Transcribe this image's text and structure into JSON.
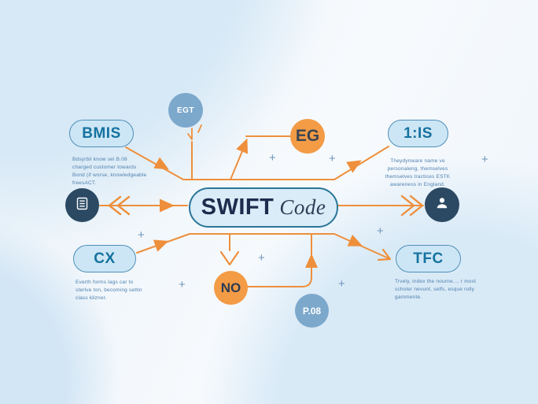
{
  "diagram": {
    "center": {
      "title_main": "SWIFT",
      "title_suffix": "Code"
    },
    "nodes": {
      "bmis": {
        "label": "BMIS",
        "desc": "Bdsyrbil know sel B.08 charged customer towards Bond (if worse, knowledgeable freesACT."
      },
      "egt": {
        "label": "EGT"
      },
      "eg": {
        "label": "EG"
      },
      "lis": {
        "label": "1:IS",
        "desc": "Theydynware name ve personaleng, themselves themselves tractices ESTK awareness in England."
      },
      "cx": {
        "label": "CX",
        "desc": "Everth forms lags car to sterlve ton, becoming settin class klizner."
      },
      "no": {
        "label": "NO"
      },
      "p08": {
        "label": "P.08"
      },
      "tfc": {
        "label": "TFC",
        "desc": "Trvely, index the nourne..., r most scholer nevunt, selfs, esque rolly gammente."
      }
    },
    "icons": {
      "left": "document-icon",
      "right": "user-icon"
    },
    "decor": {
      "plus": "+"
    },
    "colors": {
      "accent_orange": "#ee8f3c",
      "pill_blue": "#cde6f5",
      "pill_border": "#4e8fb8",
      "dark_navy": "#2b4963",
      "slate_blue": "#7ca8cc",
      "text_teal": "#15729f",
      "title_navy": "#1d2b4d"
    }
  }
}
